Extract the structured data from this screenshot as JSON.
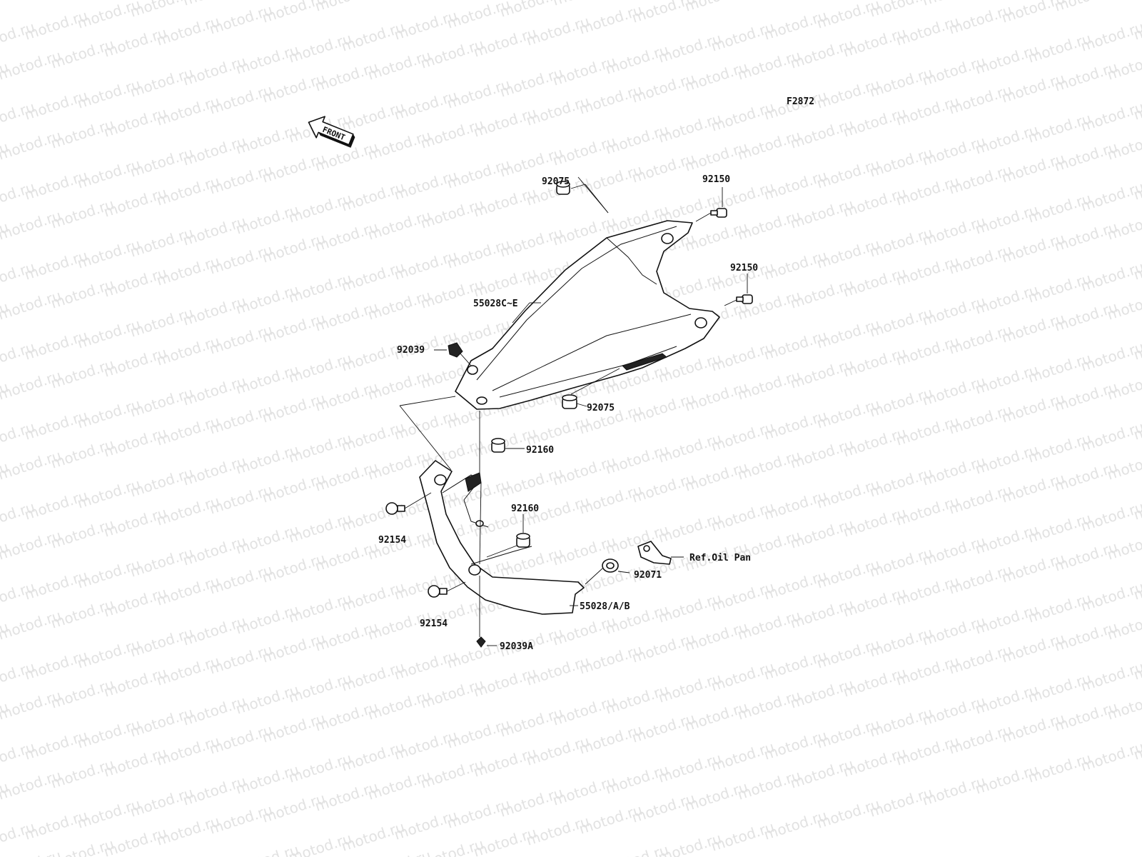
{
  "watermark": "motod.ru",
  "figure_code": "F2872",
  "front_arrow": "FRONT",
  "parts": {
    "p92150_top": "92150",
    "p92150_mid": "92150",
    "p92075_top": "92075",
    "p92075_low": "92075",
    "p55028c": "55028C~E",
    "p92039": "92039",
    "p92160_a": "92160",
    "p92160_b": "92160",
    "p92154_a": "92154",
    "p92154_b": "92154",
    "p92071": "92071",
    "ref_oil_pan": "Ref.Oil Pan",
    "p55028ab": "55028/A/B",
    "p92039a": "92039A"
  },
  "colors": {
    "line": "#111111",
    "watermark": "#e2e2e2",
    "background": "#ffffff"
  },
  "icons": [
    "front-arrow-icon"
  ]
}
